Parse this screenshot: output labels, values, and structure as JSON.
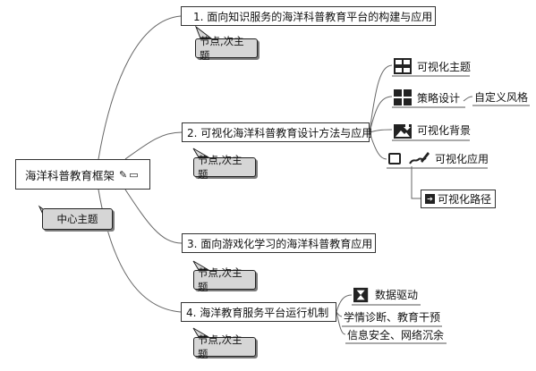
{
  "central": {
    "label": "海洋科普教育框架"
  },
  "central_callout": "中心主题",
  "branches": [
    {
      "label": "1. 面向知识服务的海洋科普教育平台的构建与应用",
      "callout": "节点,次主题"
    },
    {
      "label": "2. 可视化海洋科普教育设计方法与应用",
      "callout": "节点,次主题"
    },
    {
      "label": "3. 面向游戏化学习的海洋科普教育应用",
      "callout": "节点,次主题"
    },
    {
      "label": "4. 海洋教育服务平台运行机制",
      "callout": "节点,次主题"
    }
  ],
  "viz_children": [
    "可视化主题",
    "策略设计",
    "可视化背景",
    "可视化应用"
  ],
  "strategy_child": "自定义风格",
  "viz_app_child": "可视化路径",
  "ops_children": [
    "数据驱动",
    "学情诊断、教育干预",
    "信息安全、网络沉余"
  ],
  "colors": {
    "callout_fill": "#d6d6d6",
    "line": "#666666"
  }
}
